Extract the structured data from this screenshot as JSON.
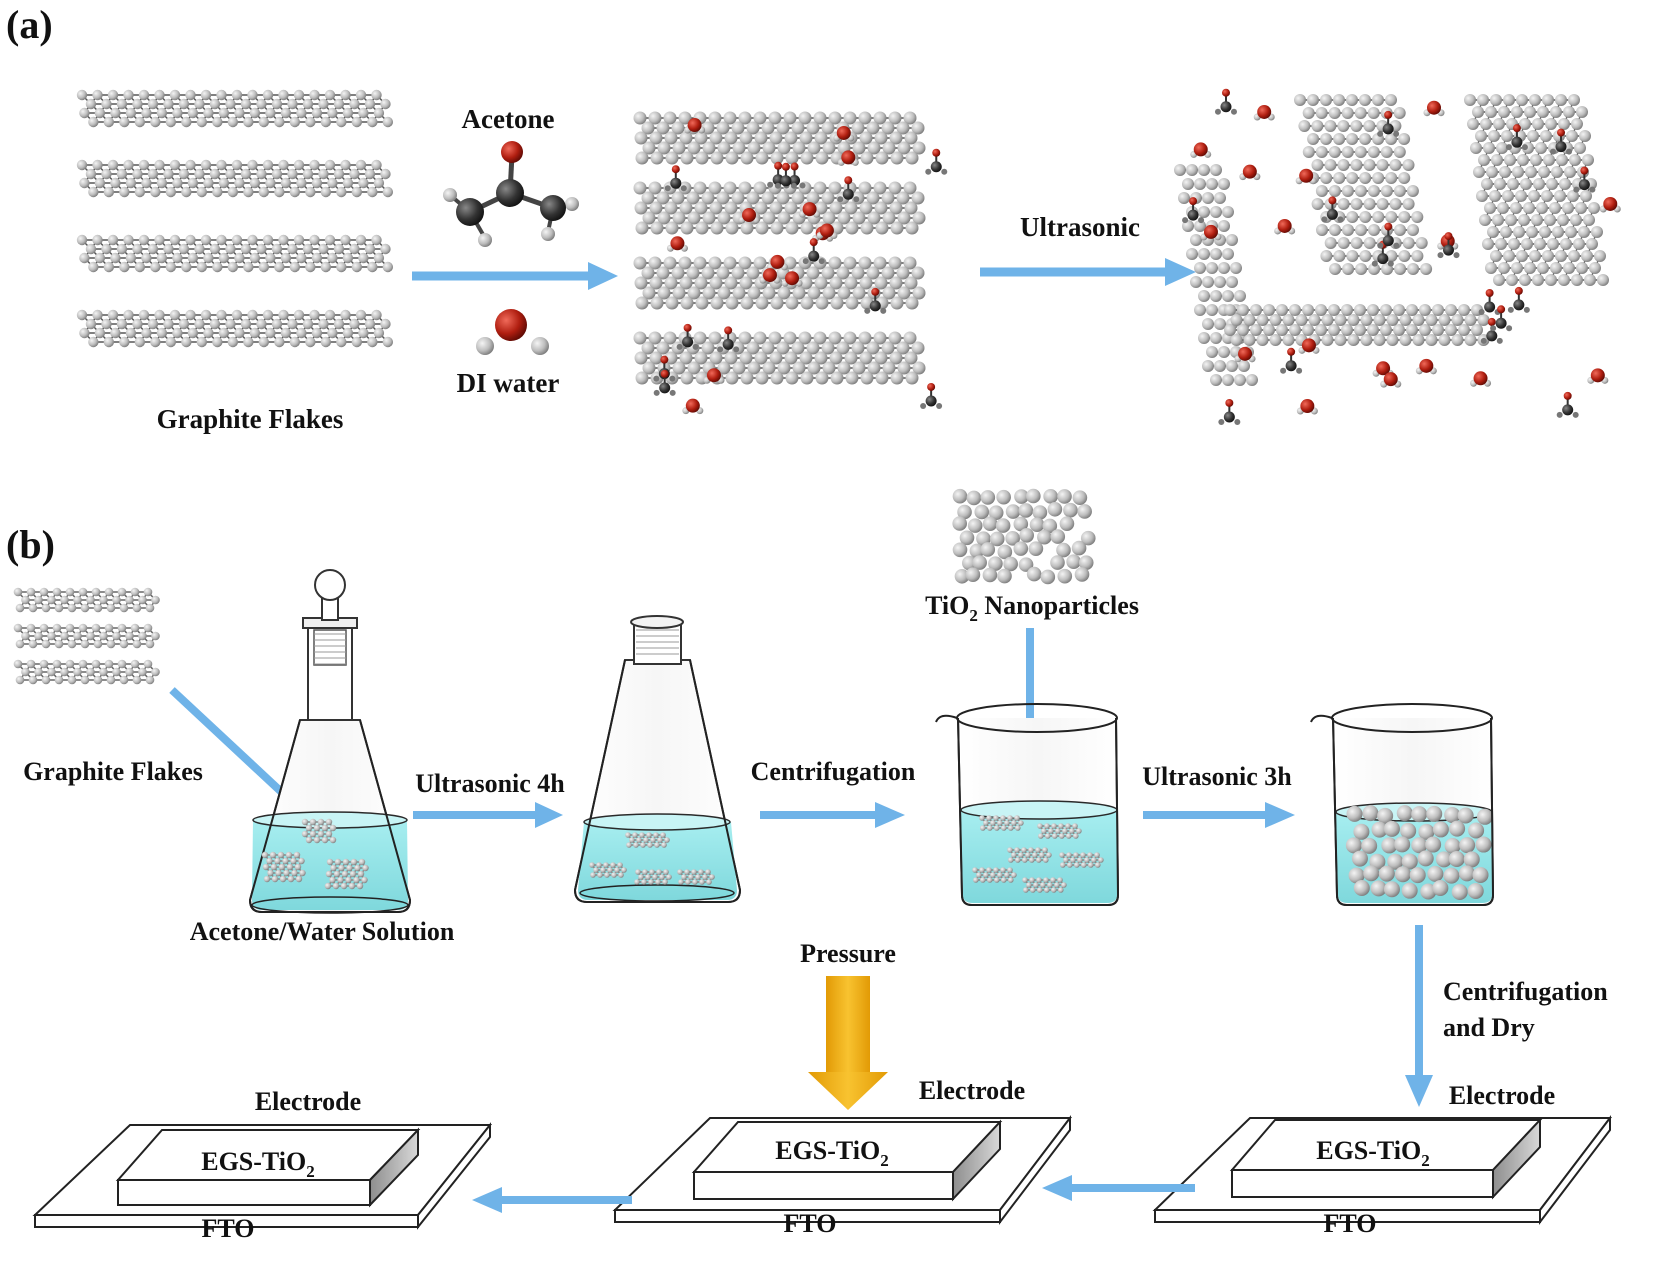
{
  "panel_a": {
    "label": "(a)",
    "graphite_flakes": "Graphite Flakes",
    "acetone": "Acetone",
    "di_water": "DI water",
    "ultrasonic": "Ultrasonic"
  },
  "panel_b": {
    "label": "(b)",
    "graphite_flakes": "Graphite Flakes",
    "acetone_water_solution": "Acetone/Water Solution",
    "ultrasonic_4h": "Ultrasonic 4h",
    "centrifugation": "Centrifugation",
    "tio2_prefix": "TiO",
    "tio2_sub": "2",
    "tio2_suffix": " Nanoparticles",
    "ultrasonic_3h": "Ultrasonic 3h",
    "centrifugation_and": "Centrifugation",
    "and_dry": "and Dry",
    "pressure": "Pressure",
    "electrode": "Electrode",
    "egs_prefix": "EGS-TiO",
    "egs_sub": "2",
    "fto": "FTO"
  },
  "colors": {
    "arrow_blue": "#6fb3e8",
    "pressure_orange": "#f2b014",
    "liquid_cyan": "#8fe3e6",
    "carbon_gray": "#bdbdbd",
    "oxygen_red": "#b01e10",
    "hydrogen_gray": "#a9a9a9",
    "center_dark": "#333333"
  }
}
